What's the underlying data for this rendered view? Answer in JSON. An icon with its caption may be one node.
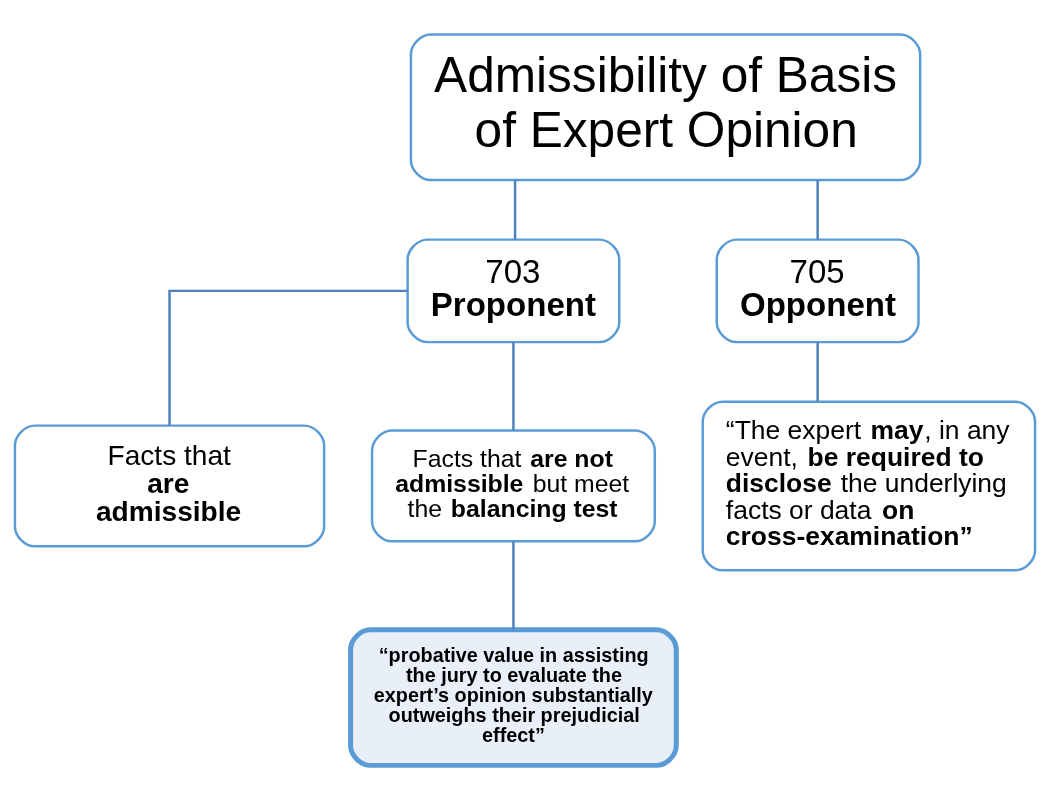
{
  "diagram": {
    "nodes": [
      {
        "text": [
          "Admissibility of Basis of Expert Opinion"
        ]
      },
      {
        "text": [
          "703",
          "Proponent"
        ]
      },
      {
        "text": [
          "705",
          "Opponent"
        ]
      },
      {
        "text": [
          "Facts that **are admissible**"
        ]
      },
      {
        "text": [
          "Facts that **are not admissible** but meet the **balancing test**"
        ]
      },
      {
        "text": [
          "“The expert **may**, in any event, **be required to disclose** the underlying facts or data **on cross-examination”**"
        ]
      },
      {
        "text": [
          "“probative value in assisting the jury to evaluate the expert’s opinion substantially outweighs their prejudicial effect”"
        ]
      }
    ],
    "edges": [
      {
        "from": 0,
        "to": 1,
        "arrow": "none"
      },
      {
        "from": 0,
        "to": 2,
        "arrow": "none"
      },
      {
        "from": 1,
        "to": 3,
        "arrow": "none"
      },
      {
        "from": 1,
        "to": 4,
        "arrow": "none"
      },
      {
        "from": 2,
        "to": 5,
        "arrow": "none"
      },
      {
        "from": 4,
        "to": 6,
        "arrow": "none"
      }
    ]
  }
}
